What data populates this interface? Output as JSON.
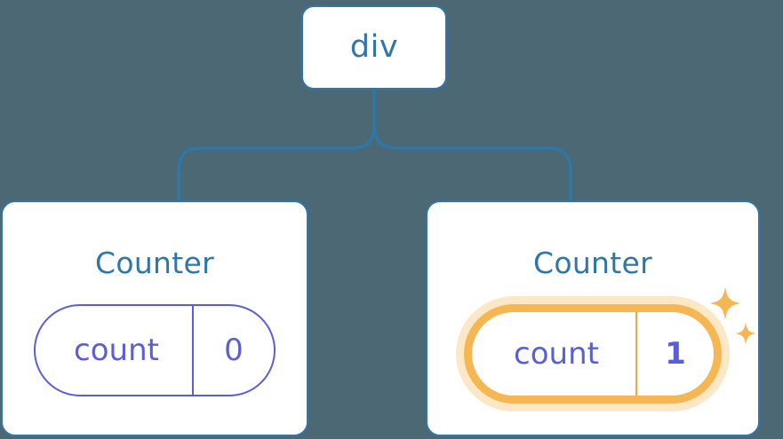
{
  "diagram": {
    "type": "component-tree",
    "background_color": "#4C6875",
    "accent_blue": "#2E77A6",
    "accent_indigo": "#5B5FD6",
    "accent_amber": "#F6B752",
    "root": {
      "label": "div"
    },
    "children": [
      {
        "title": "Counter",
        "state": {
          "key": "count",
          "value": "0"
        },
        "highlighted": false
      },
      {
        "title": "Counter",
        "state": {
          "key": "count",
          "value": "1"
        },
        "highlighted": true,
        "sparkle_icons": [
          "sparkle-large",
          "sparkle-small"
        ]
      }
    ]
  }
}
